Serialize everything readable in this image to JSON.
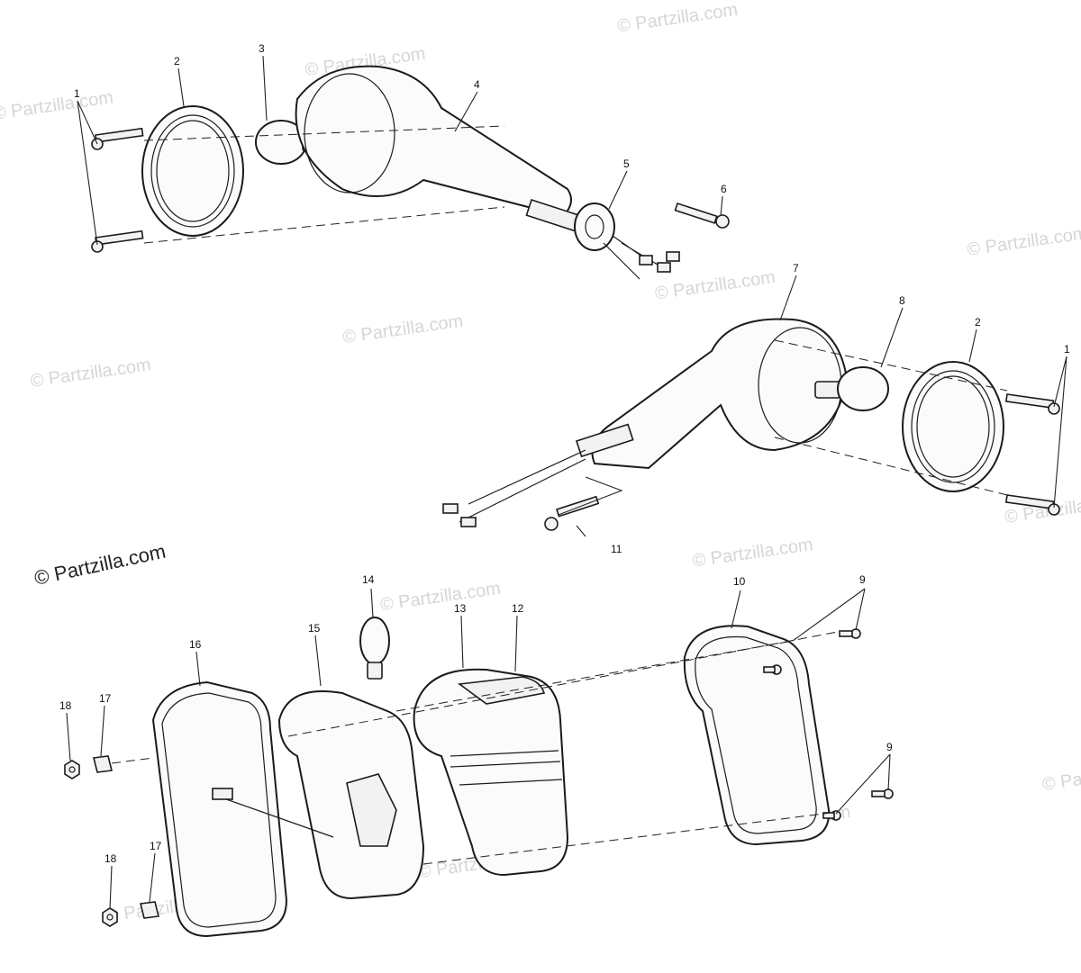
{
  "watermarks": {
    "small_text": "© Partzilla.com",
    "main_text": "© Partzilla.com"
  },
  "callouts": {
    "c1a": "1",
    "c2a": "2",
    "c3": "3",
    "c4": "4",
    "c5": "5",
    "c6": "6",
    "c7": "7",
    "c8": "8",
    "c2b": "2",
    "c1b": "1",
    "c11": "11",
    "c14": "14",
    "c16": "16",
    "c15": "15",
    "c13": "13",
    "c12": "12",
    "c10": "10",
    "c9a": "9",
    "c9b": "9",
    "c18a": "18",
    "c17a": "17",
    "c18b": "18",
    "c17b": "17"
  },
  "colors": {
    "line": "#1b1b1b",
    "watermark": "#d6d6d6"
  }
}
